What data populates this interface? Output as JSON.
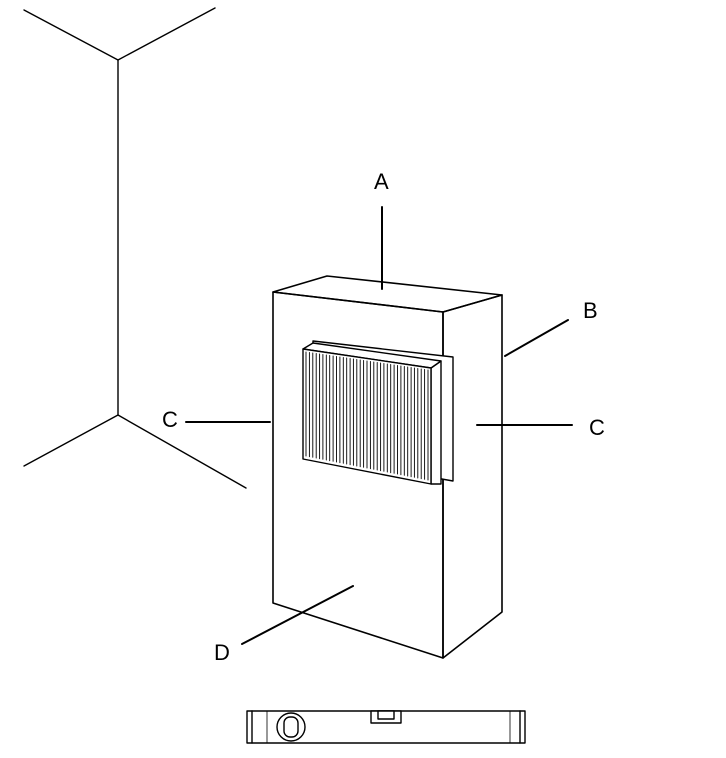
{
  "labels": {
    "a": "A",
    "b": "B",
    "c_left": "C",
    "c_right": "C",
    "d": "D"
  },
  "colors": {
    "stroke": "#000000",
    "background": "#ffffff"
  },
  "icons": {
    "unit": "cabinet-with-air-conditioner",
    "tool": "spirit-level-icon"
  }
}
